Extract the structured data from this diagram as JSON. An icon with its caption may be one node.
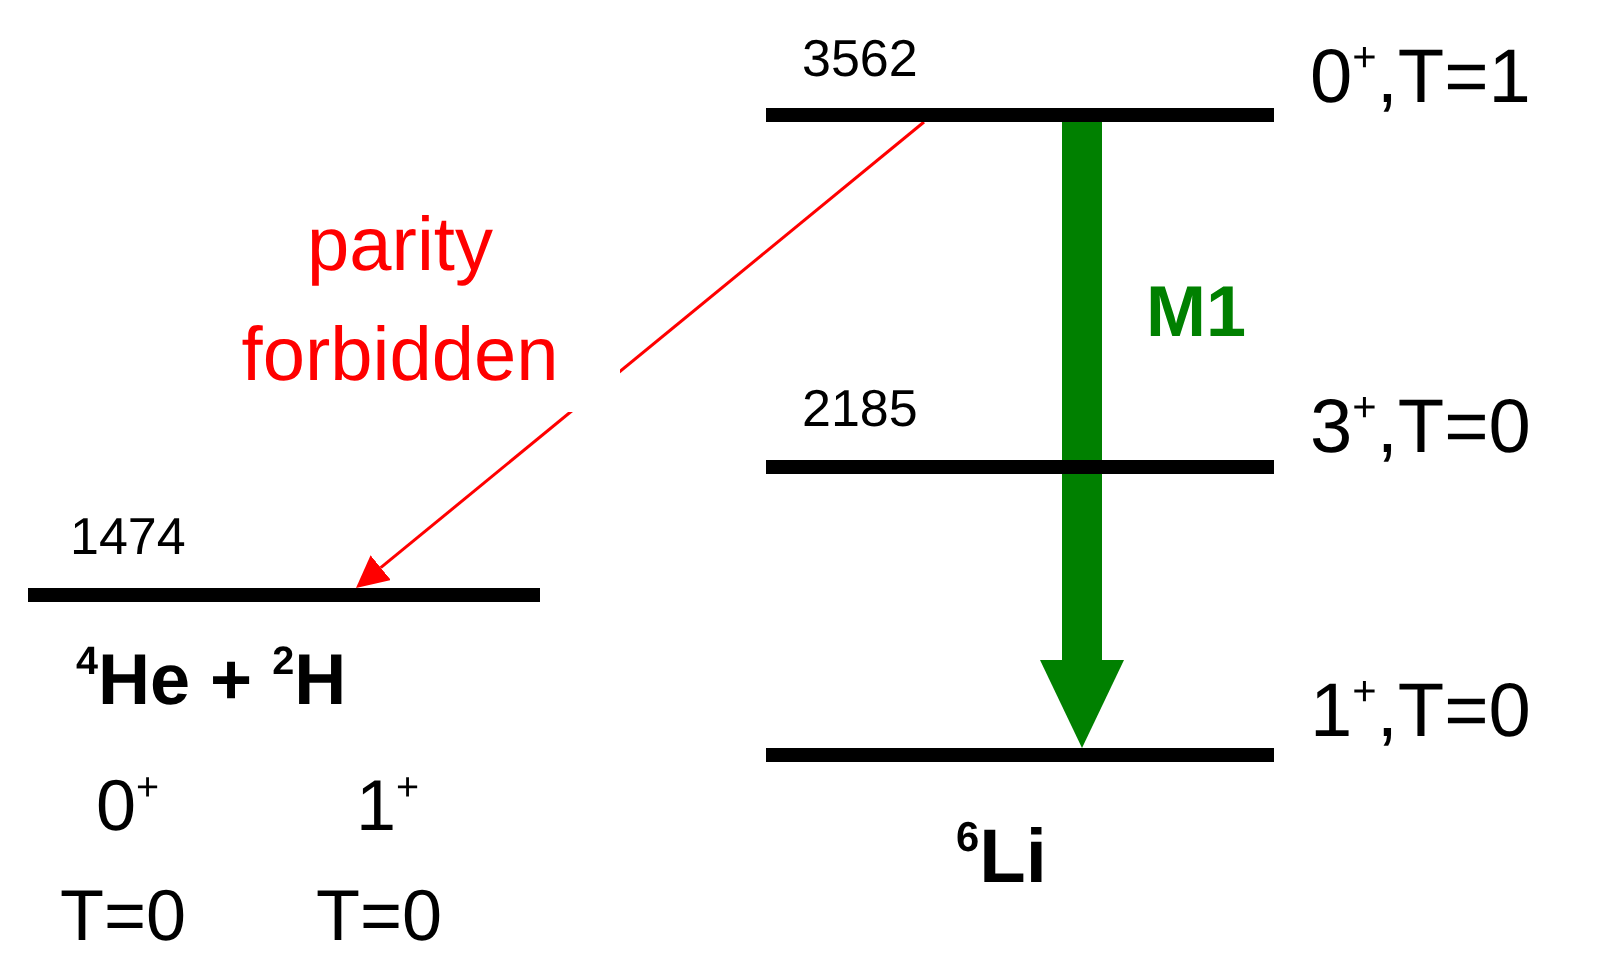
{
  "diagram": {
    "nodes": [
      {
        "text": [],
        "shape": "bar",
        "beside": [
          "3562",
          "0$^{+}$,T=1"
        ]
      },
      {
        "text": [],
        "shape": "bar",
        "beside": [
          "2185",
          "3$^{+}$,T=0"
        ]
      },
      {
        "text": [],
        "shape": "bar",
        "beside": [
          "1474"
        ]
      },
      {
        "text": [],
        "shape": "bar",
        "beside": [
          "1$^{+}$,T=0",
          "$^{6}$Li"
        ]
      }
    ],
    "edges": [
      {
        "from": 0,
        "to": 2,
        "arrow": "to",
        "label": "parity forbidden",
        "color": "#ff0000"
      },
      {
        "from": 0,
        "to": 3,
        "arrow": "to",
        "label": "M1",
        "style": "thick",
        "color": "#008000"
      }
    ],
    "labels": [
      "$^{4}$He + $^{2}$H",
      "0$^{+}$",
      "1$^{+}$",
      "T=0",
      "T=0"
    ]
  }
}
